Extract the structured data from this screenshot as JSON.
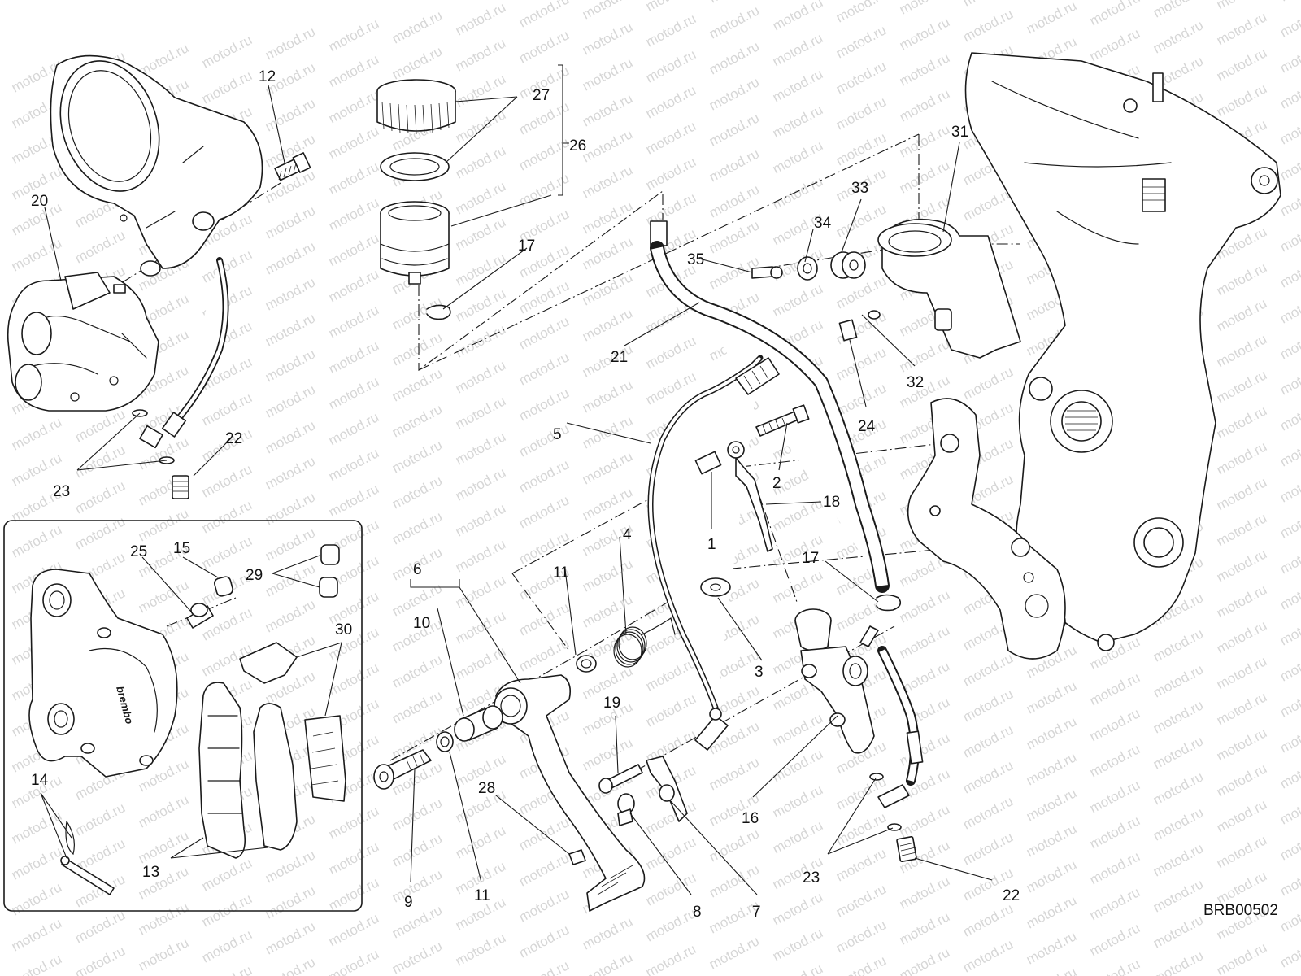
{
  "diagram_code": "BRB00502",
  "watermark": "motod.ru",
  "caliper_brand": "brembo",
  "callouts": {
    "c1": "1",
    "c2": "2",
    "c3": "3",
    "c4": "4",
    "c5": "5",
    "c6": "6",
    "c7": "7",
    "c8": "8",
    "c9": "9",
    "c10": "10",
    "c11a": "11",
    "c11b": "11",
    "c12": "12",
    "c13": "13",
    "c14": "14",
    "c15": "15",
    "c16": "16",
    "c17a": "17",
    "c17b": "17",
    "c18": "18",
    "c19": "19",
    "c20": "20",
    "c21": "21",
    "c22a": "22",
    "c22b": "22",
    "c23a": "23",
    "c23b": "23",
    "c24": "24",
    "c25": "25",
    "c26": "26",
    "c27": "27",
    "c28": "28",
    "c29": "29",
    "c30": "30",
    "c31": "31",
    "c32": "32",
    "c33": "33",
    "c34": "34",
    "c35": "35"
  }
}
